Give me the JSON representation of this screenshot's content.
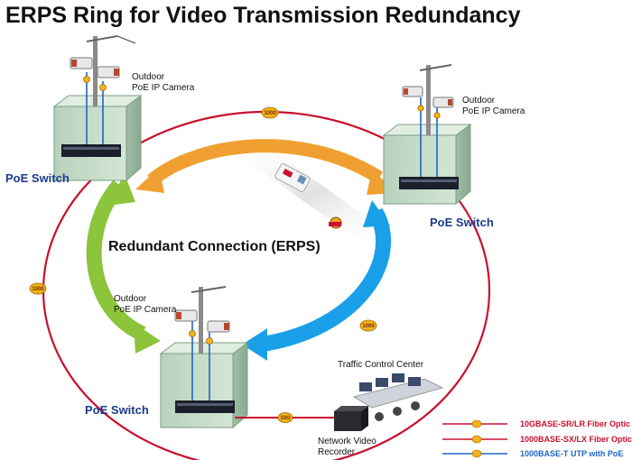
{
  "title": "ERPS Ring for Video Transmission Redundancy",
  "center_label": "Redundant Connection (ERPS)",
  "camera_label_line1": "Outdoor",
  "camera_label_line2": "PoE IP Camera",
  "switch_label": "PoE Switch",
  "traffic_center_label": "Traffic Control Center",
  "nvr_label_line1": "Network Video",
  "nvr_label_line2": "Recorder",
  "link_speed": "1000",
  "legend": [
    {
      "label": "10GBASE-SR/LR Fiber Optic",
      "color": "#c8102e",
      "badge": "10G"
    },
    {
      "label": "1000BASE-SX/LX Fiber Optic",
      "color": "#c8102e",
      "badge": "1000"
    },
    {
      "label": "1000BASE-T UTP with PoE",
      "color": "#1f64c8",
      "badge": "1000"
    }
  ],
  "colors": {
    "ring": "#c8102e",
    "utp": "#1f64c8",
    "arrow_orange": "#f0a030",
    "arrow_green": "#8cc43c",
    "arrow_blue": "#1aa0e8",
    "switch_text": "#1d3b8c",
    "cabinet": "#c6dcc9"
  }
}
